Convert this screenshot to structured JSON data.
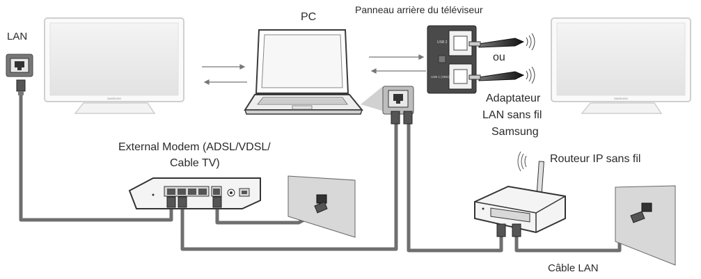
{
  "labels": {
    "lan": "LAN",
    "pc": "PC",
    "panel": "Panneau arrière du téléviseur",
    "ou": "ou",
    "adapter_line1": "Adaptateur",
    "adapter_line2": "LAN sans fil",
    "adapter_line3": "Samsung",
    "modem_line1": "External Modem (ADSL/VDSL/",
    "modem_line2": "Cable TV)",
    "router": "Routeur IP sans fil",
    "cable": "Câble LAN"
  },
  "tv_brand": "SAMSUNG",
  "port_labels": {
    "usb2": "USB 2",
    "usb1": "USB 1 (HDD)"
  },
  "colors": {
    "cable": "#6f6f6f",
    "tv_frame": "#cfcfcf",
    "outline": "#3a3a3a",
    "panel": "#4a4a4a"
  }
}
